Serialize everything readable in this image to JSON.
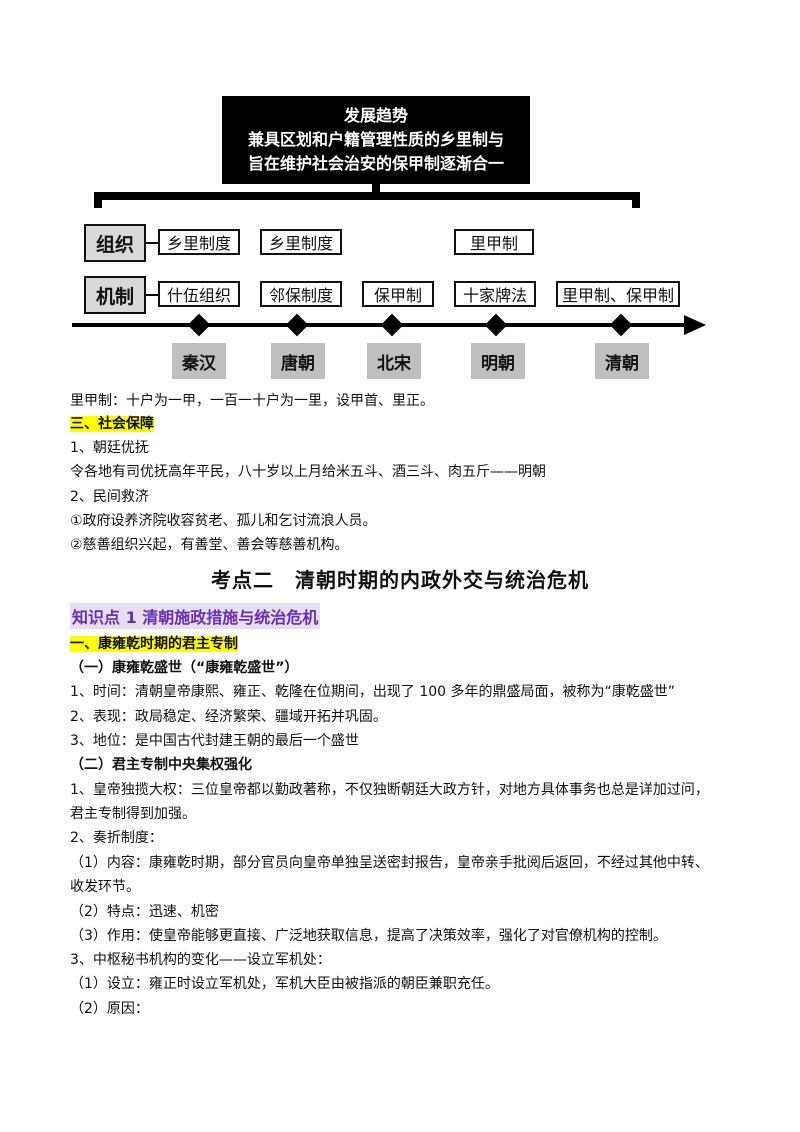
{
  "diagram": {
    "trend_title": "发展趋势",
    "trend_line1": "兼具区划和户籍管理性质的乡里制与",
    "trend_line2": "旨在维护社会治安的保甲制逐渐合一",
    "cat_org": "组织",
    "cat_mech": "机制",
    "org_row": [
      "乡里制度",
      "乡里制度",
      "里甲制"
    ],
    "mech_row": [
      "什伍组织",
      "邻保制度",
      "保甲制",
      "十家牌法",
      "里甲制、保甲制"
    ],
    "periods": [
      "秦汉",
      "唐朝",
      "北宋",
      "明朝",
      "清朝"
    ]
  },
  "content": {
    "lijia": "里甲制：十户为一甲，一百一十户为一里，设甲首、里正。",
    "sec3": "三、社会保障",
    "p1": "1、朝廷优抚",
    "p1a": "令各地有司优抚高年平民，八十岁以上月给米五斗、酒三斗、肉五斤——明朝",
    "p2": "2、民间救济",
    "p2a": "①政府设养济院收容贫老、孤儿和乞讨流浪人员。",
    "p2b": "②慈善组织兴起，有善堂、善会等慈善机构。",
    "title": "考点二　清朝时期的内政外交与统治危机",
    "kp1": "知识点 1 清朝施政措施与统治危机",
    "s1": "一、康雍乾时期的君主专制",
    "s1a": "（一）康雍乾盛世（“康雍乾盛世”）",
    "t1": "1、时间：清朝皇帝康熙、雍正、乾隆在位期间，出现了 100 多年的鼎盛局面，被称为“康乾盛世”",
    "t2": "2、表现：政局稳定、经济繁荣、疆域开拓并巩固。",
    "t3": "3、地位：是中国古代封建王朝的最后一个盛世",
    "s1b": "（二）君主专制中央集权强化",
    "u1": "1、皇帝独揽大权：三位皇帝都以勤政著称，不仅独断朝廷大政方针，对地方具体事务也总是详加过问，",
    "u1b": "君主专制得到加强。",
    "u2": "2、奏折制度：",
    "u2a": "（1）内容：康雍乾时期，部分官员向皇帝单独呈送密封报告，皇帝亲手批阅后返回，不经过其他中转、",
    "u2a2": "收发环节。",
    "u2b": "（2）特点：迅速、机密",
    "u2c": "（3）作用：使皇帝能够更直接、广泛地获取信息，提高了决策效率，强化了对官僚机构的控制。",
    "u3": "3、中枢秘书机构的变化——设立军机处：",
    "u3a": "（1）设立：雍正时设立军机处，军机大臣由被指派的朝臣兼职充任。",
    "u3b": "（2）原因："
  }
}
